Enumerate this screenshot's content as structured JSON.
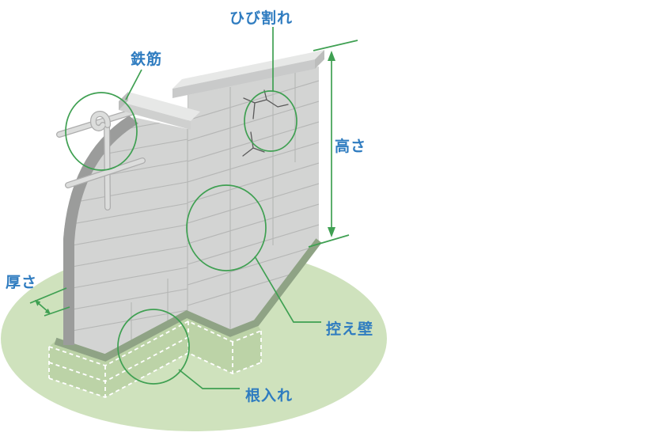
{
  "diagram": {
    "labels": {
      "hibiware": "ひび割れ",
      "tekkin": "鉄筋",
      "takasa": "高さ",
      "atsusa": "厚さ",
      "hikaekabe": "控え壁",
      "neire": "根入れ"
    },
    "colors": {
      "label_blue": "#2F7CC0",
      "annotation_green": "#3FA052",
      "ground_green": "#CFE2BD",
      "foundation_zone_green": "#BCD3A7",
      "wall_gray": "#D3D4D3",
      "wall_cut_gray": "#9B9C9B",
      "cap_gray": "#E7E8E7",
      "base_olive": "#8FA385",
      "rebar_gray": "#DCDDDC",
      "crack_gray": "#5A5A5A",
      "foundation_dash_white": "#FFFFFF"
    }
  }
}
